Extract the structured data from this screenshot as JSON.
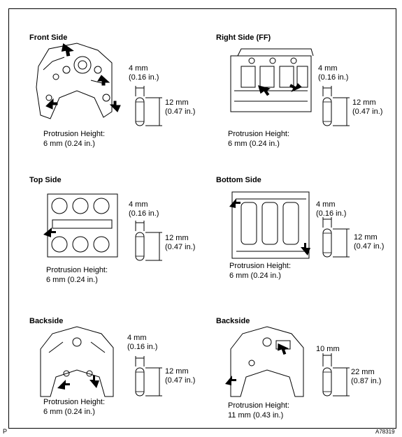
{
  "panels": [
    {
      "title": "Front Side",
      "dim_width": [
        "4 mm",
        "(0.16 in.)"
      ],
      "dim_length": [
        "12 mm",
        "(0.47 in.)"
      ],
      "protrusion_label": "Protrusion Height:",
      "protrusion_value": "6 mm (0.24 in.)"
    },
    {
      "title": "Right Side (FF)",
      "dim_width": [
        "4 mm",
        "(0.16 in.)"
      ],
      "dim_length": [
        "12 mm",
        "(0.47 in.)"
      ],
      "protrusion_label": "Protrusion Height:",
      "protrusion_value": "6 mm (0.24 in.)"
    },
    {
      "title": "Top Side",
      "dim_width": [
        "4 mm",
        "(0.16 in.)"
      ],
      "dim_length": [
        "12 mm",
        "(0.47 in.)"
      ],
      "protrusion_label": "Protrusion Height:",
      "protrusion_value": "6 mm (0.24 in.)"
    },
    {
      "title": "Bottom Side",
      "dim_width": [
        "4 mm",
        "(0.16 in.)"
      ],
      "dim_length": [
        "12 mm",
        "(0.47 in.)"
      ],
      "protrusion_label": "Protrusion Height:",
      "protrusion_value": "6 mm (0.24 in.)"
    },
    {
      "title": "Backside",
      "dim_width": [
        "4 mm",
        "(0.16 in.)"
      ],
      "dim_length": [
        "12 mm",
        "(0.47 in.)"
      ],
      "protrusion_label": "Protrusion Height:",
      "protrusion_value": "6 mm (0.24 in.)"
    },
    {
      "title": "Backside",
      "dim_width": [
        "10 mm"
      ],
      "dim_length": [
        "22 mm",
        "(0.87 in.)"
      ],
      "protrusion_label": "Protrusion Height:",
      "protrusion_value": "11 mm (0.43 in.)"
    }
  ],
  "corner_left": "P",
  "figure_id": "A78319"
}
